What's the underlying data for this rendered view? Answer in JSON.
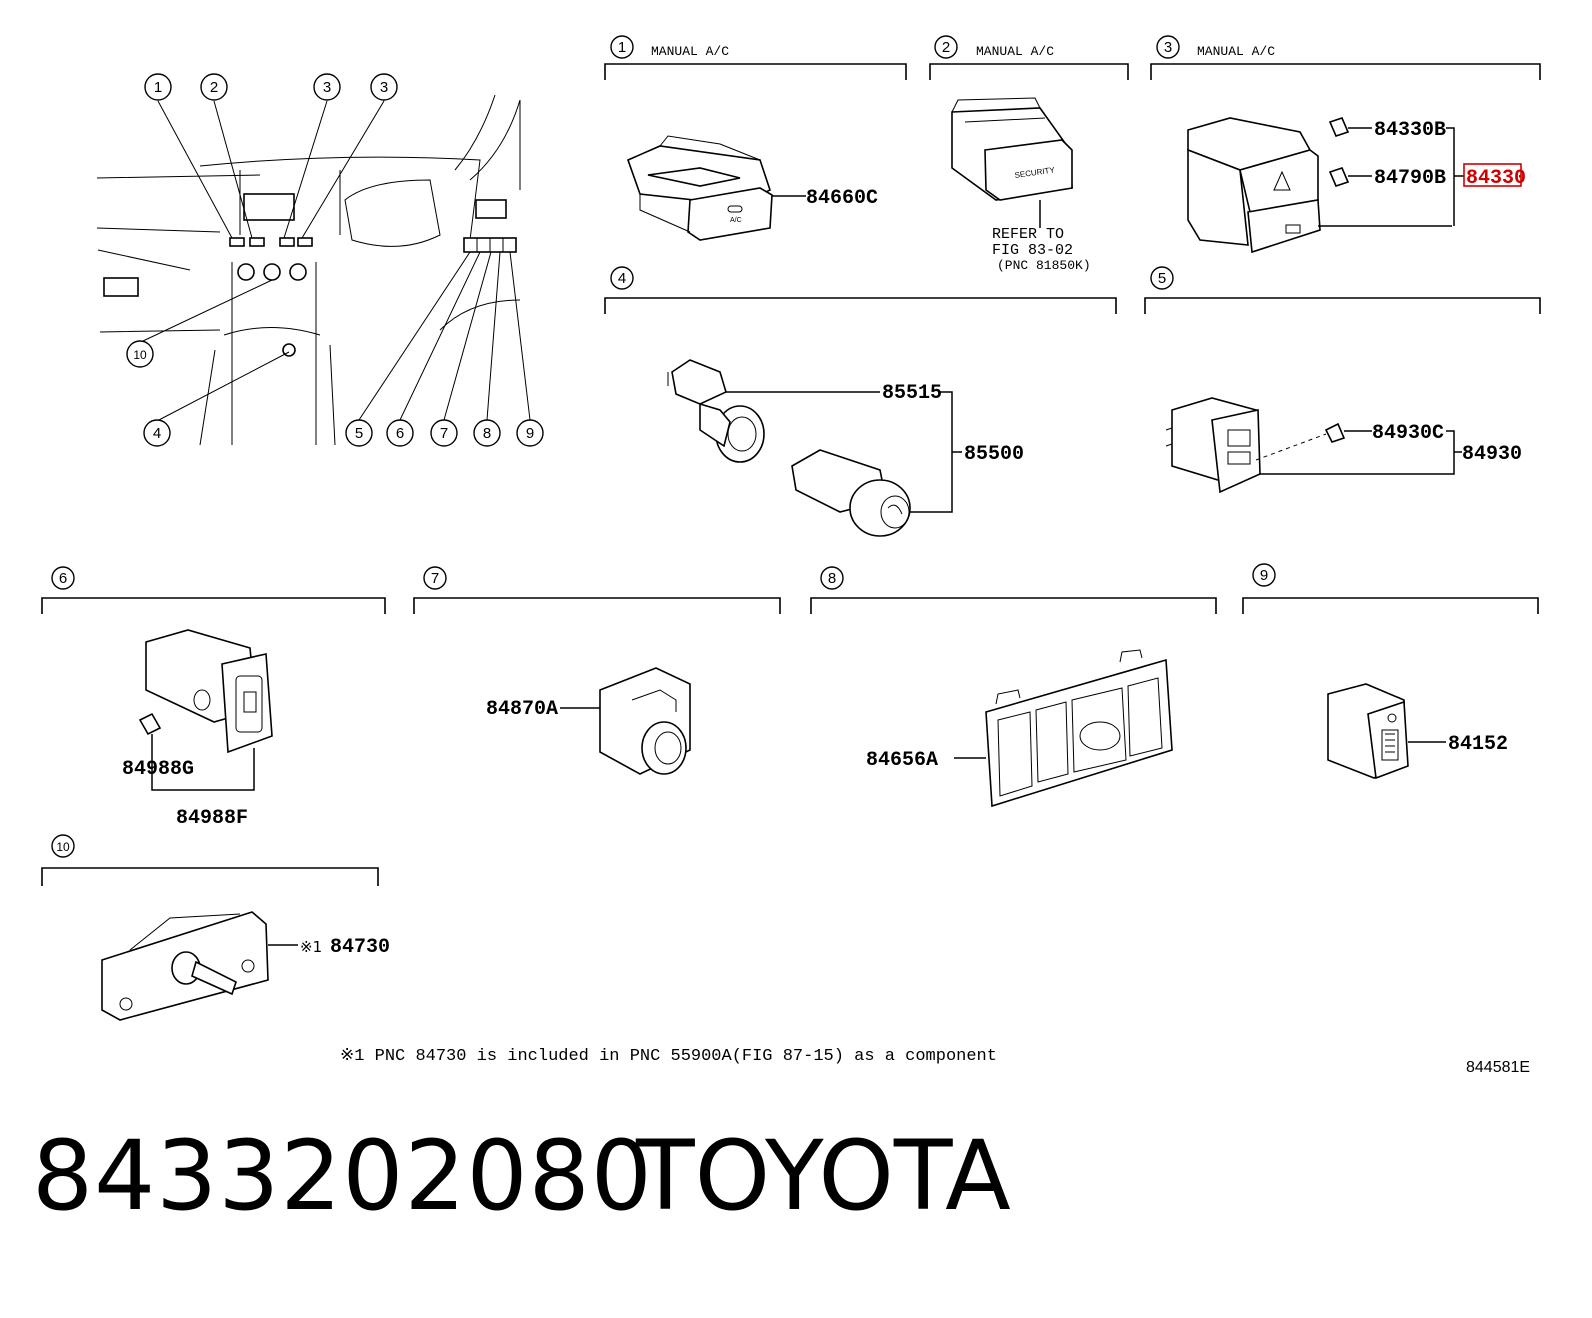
{
  "sections": [
    {
      "num": "1",
      "title": "MANUAL A/C"
    },
    {
      "num": "2",
      "title": "MANUAL A/C"
    },
    {
      "num": "3",
      "title": "MANUAL A/C"
    },
    {
      "num": "4",
      "title": ""
    },
    {
      "num": "5",
      "title": ""
    },
    {
      "num": "6",
      "title": ""
    },
    {
      "num": "7",
      "title": ""
    },
    {
      "num": "8",
      "title": ""
    },
    {
      "num": "9",
      "title": ""
    },
    {
      "num": "10",
      "title": ""
    }
  ],
  "overview_callouts": [
    "1",
    "2",
    "3",
    "3",
    "10",
    "4",
    "5",
    "6",
    "7",
    "8",
    "9"
  ],
  "parts": {
    "p84660C": "84660C",
    "p84330B": "84330B",
    "p84790B": "84790B",
    "p84330": "84330",
    "p85515": "85515",
    "p85500": "85500",
    "p84930C": "84930C",
    "p84930": "84930",
    "p84988G": "84988G",
    "p84988F": "84988F",
    "p84870A": "84870A",
    "p84656A": "84656A",
    "p84152": "84152",
    "p84730": "84730",
    "p84730_mark": "※1"
  },
  "refer": {
    "line1": "REFER TO",
    "line2": "FIG 83-02",
    "line3": "(PNC 81850K)"
  },
  "switch_labels": {
    "ac": "A/C",
    "security": "SECURITY"
  },
  "footnote": "※1 PNC 84730 is included in PNC 55900A(FIG 87-15) as a component",
  "figure_id": "844581E",
  "footer": {
    "part_number": "8433202080",
    "brand": "TOYOTA"
  },
  "colors": {
    "highlight": "#d00000",
    "ink": "#000000"
  }
}
